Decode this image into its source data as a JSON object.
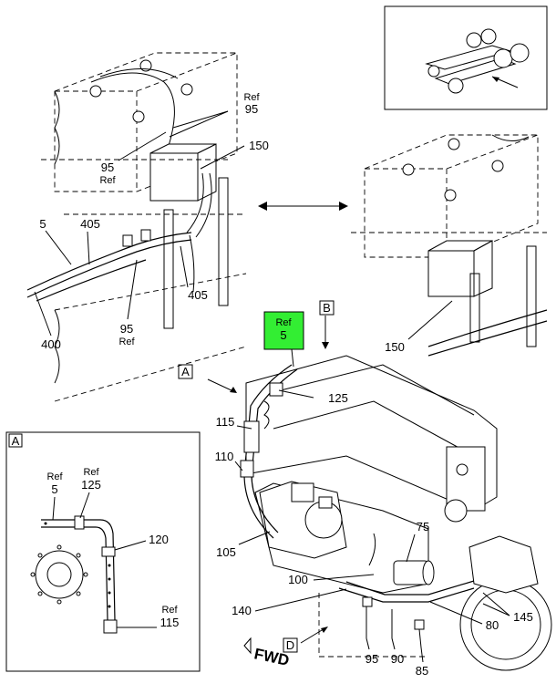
{
  "labels": {
    "ref95_top": "Ref",
    "n95_top": "95",
    "n95_left": "95",
    "ref95_left": "Ref",
    "n150_top": "150",
    "n5_left": "5",
    "n405_top": "405",
    "n405_right": "405",
    "n95_bottom": "95",
    "ref95_bottom": "Ref",
    "n400": "400",
    "n150_right": "150",
    "ref5_green": "Ref",
    "n5_green": "5",
    "callout_b": "B",
    "callout_a": "A",
    "n125": "125",
    "n115": "115",
    "n110": "110",
    "n105": "105",
    "n75": "75",
    "n100": "100",
    "n140": "140",
    "n80": "80",
    "n145": "145",
    "n95_main": "95",
    "n90": "90",
    "n85": "85",
    "callout_d": "D",
    "fwd": "FWD"
  },
  "detail_a": {
    "title": "A",
    "ref5": "Ref",
    "n5": "5",
    "ref125": "Ref",
    "n125": "125",
    "n120": "120",
    "ref115": "Ref",
    "n115": "115"
  },
  "colors": {
    "highlight": "#33ee33",
    "line": "#000000",
    "background": "#ffffff"
  }
}
